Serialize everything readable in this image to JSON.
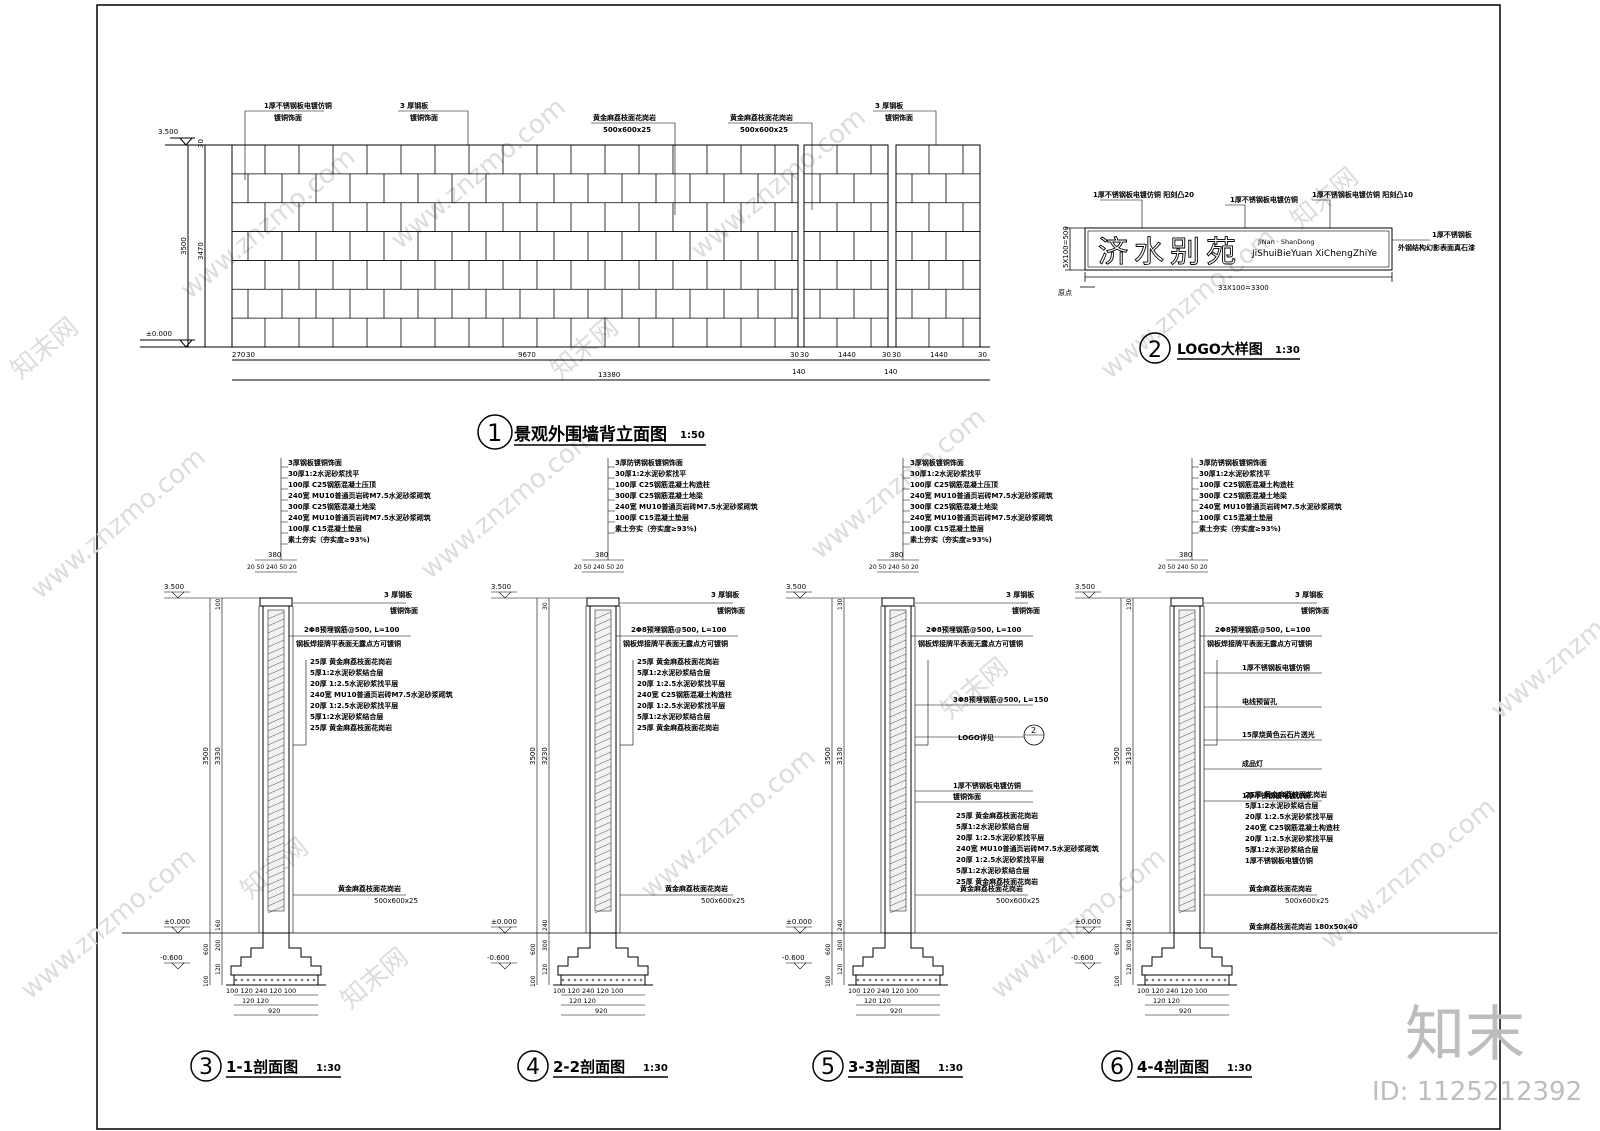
{
  "drawing1": {
    "num": "1",
    "title": "景观外围墙背立面图",
    "scale": "1:50",
    "elev_top": "3.500",
    "elev_zero": "±0.000",
    "dim_left_total": "3500",
    "dim_left_inner": "3470",
    "dim_top_cap": "30",
    "dim_bottom": [
      "270",
      "30",
      "9670",
      "30",
      "30",
      "1440",
      "30",
      "30",
      "1440",
      "30"
    ],
    "dim_gap_a": "140",
    "dim_gap_b": "140",
    "dim_total": "13380",
    "labels": [
      {
        "l1": "1厚不锈钢板电镀仿铜",
        "l2": "镀铜饰面"
      },
      {
        "l1": "3 厚钢板",
        "l2": "镀铜饰面"
      },
      {
        "l1": "黄金麻荔枝面花岗岩",
        "l2": "500x600x25"
      },
      {
        "l1": "黄金麻荔枝面花岗岩",
        "l2": "500x600x25"
      },
      {
        "l1": "3 厚钢板",
        "l2": "镀铜饰面"
      }
    ]
  },
  "drawing2": {
    "num": "2",
    "title": "LOGO大样图",
    "scale": "1:30",
    "logo_cn": "济水别苑",
    "logo_pinyin_top": "JiNan · ShanDong",
    "logo_pinyin_bottom": "JiShuiBieYuan XiChengZhiYe",
    "dim_width": "33X100=3300",
    "dim_height": "5X100=500",
    "origin": "原点",
    "label_a": "1厚不锈钢板电镀仿铜  阳刻凸20",
    "label_b": "1厚不锈钢板电镀仿铜",
    "label_c": "1厚不锈钢板电镀仿铜  阳刻凸10",
    "label_d": "1厚不锈钢板",
    "label_e": "外钢结构幻影表面真石漆"
  },
  "sections": [
    {
      "num": "3",
      "title": "1-1剖面图",
      "scale": "1:30",
      "top_notes": [
        "3厚钢板镀铜饰面",
        "30厚1:2水泥砂浆找平",
        "100厚 C25钢筋混凝土压顶",
        "240宽 MU10普通页岩砖M7.5水泥砂浆砌筑",
        "300厚 C25钢筋混凝土地梁",
        "240宽 MU10普通页岩砖M7.5水泥砂浆砌筑",
        "100厚 C15混凝土垫层",
        "素土夯实（夯实度≥93%)"
      ],
      "top_dim": "380",
      "top_sub": "20 50 240 50 20",
      "cap_l1": "3 厚钢板",
      "cap_l2": "镀铜饰面",
      "rebar_l1": "2Φ8预埋钢筋@500, L=100",
      "rebar_l2": "钢板焊接牌平表面无露点方可镀铜",
      "mid_notes": [
        "25厚 黄金麻荔枝面花岗岩",
        "5厚1:2水泥砂浆结合层",
        "20厚 1:2.5水泥砂浆找平层",
        "240宽 MU10普通页岩砖M7.5水泥砂浆砌筑",
        "20厚 1:2.5水泥砂浆找平层",
        "5厚1:2水泥砂浆结合层",
        "25厚 黄金麻荔枝面花岗岩"
      ],
      "extra_notes": [],
      "bottom_l1": "黄金麻荔枝面花岗岩",
      "bottom_l2": "500x600x25",
      "bottom_l3": "",
      "elev_top": "3.500",
      "elev_zero": "±0.000",
      "elev_neg": "-0.600",
      "dim_total": "3500",
      "dim_inner": "3330",
      "dim_cap": "100",
      "dim_base": "160",
      "dim_foot": "600",
      "dim_foot_a": "200",
      "dim_foot_b": "120",
      "dim_foot_c": "100",
      "base_row": "100  120  240  120  100",
      "base_row2": "120        120",
      "base_total": "920",
      "logo_ref": "",
      "logo_ref_num": ""
    },
    {
      "num": "4",
      "title": "2-2剖面图",
      "scale": "1:30",
      "top_notes": [
        "3厚防锈钢板镀铜饰面",
        "30厚1:2水泥砂浆找平",
        "100厚 C25钢筋混凝土构造柱",
        "300厚 C25钢筋混凝土地梁",
        "240宽 MU10普通页岩砖M7.5水泥砂浆砌筑",
        "100厚 C15混凝土垫层",
        "素土夯实（夯实度≥93%)"
      ],
      "top_dim": "380",
      "top_sub": "20 50 240 50 20",
      "cap_l1": "3 厚钢板",
      "cap_l2": "镀铜饰面",
      "rebar_l1": "2Φ8预埋钢筋@500, L=100",
      "rebar_l2": "钢板焊接牌平表面无露点方可镀铜",
      "mid_notes": [
        "25厚 黄金麻荔枝面花岗岩",
        "5厚1:2水泥砂浆结合层",
        "20厚 1:2.5水泥砂浆找平层",
        "240宽 C25钢筋混凝土构造柱",
        "20厚 1:2.5水泥砂浆找平层",
        "5厚1:2水泥砂浆结合层",
        "25厚 黄金麻荔枝面花岗岩"
      ],
      "extra_notes": [],
      "bottom_l1": "黄金麻荔枝面花岗岩",
      "bottom_l2": "500x600x25",
      "bottom_l3": "",
      "elev_top": "3.500",
      "elev_zero": "±0.000",
      "elev_neg": "-0.600",
      "dim_total": "3500",
      "dim_inner": "3230",
      "dim_cap": "30",
      "dim_base": "240",
      "dim_foot": "600",
      "dim_foot_a": "300",
      "dim_foot_b": "120",
      "dim_foot_c": "100",
      "base_row": "100  120  240  120  100",
      "base_row2": "120        120",
      "base_total": "920",
      "logo_ref": "",
      "logo_ref_num": ""
    },
    {
      "num": "5",
      "title": "3-3剖面图",
      "scale": "1:30",
      "top_notes": [
        "3厚钢板镀铜饰面",
        "30厚1:2水泥砂浆找平",
        "100厚 C25钢筋混凝土压顶",
        "240宽 MU10普通页岩砖M7.5水泥砂浆砌筑",
        "300厚 C25钢筋混凝土地梁",
        "240宽 MU10普通页岩砖M7.5水泥砂浆砌筑",
        "100厚 C15混凝土垫层",
        "素土夯实（夯实度≥93%)"
      ],
      "top_dim": "380",
      "top_sub": "20 50 240 50 20",
      "cap_l1": "3 厚钢板",
      "cap_l2": "镀铜饰面",
      "rebar_l1": "2Φ8预埋钢筋@500, L=100",
      "rebar_l2": "钢板焊接牌平表面无露点方可镀铜",
      "mid_notes": [
        "25厚 黄金麻荔枝面花岗岩",
        "5厚1:2水泥砂浆结合层",
        "20厚 1:2.5水泥砂浆找平层",
        "240宽 MU10普通页岩砖M7.5水泥砂浆砌筑",
        "20厚 1:2.5水泥砂浆找平层",
        "5厚1:2水泥砂浆结合层",
        "25厚 黄金麻荔枝面花岗岩"
      ],
      "extra_notes": [
        "3Φ8预埋钢筋@500, L=150",
        "1厚不锈钢板电镀仿铜",
        "镀铜饰面"
      ],
      "bottom_l1": "黄金麻荔枝面花岗岩",
      "bottom_l2": "500x600x25",
      "bottom_l3": "",
      "elev_top": "3.500",
      "elev_zero": "±0.000",
      "elev_neg": "-0.600",
      "dim_total": "3500",
      "dim_inner": "3130",
      "dim_cap": "130",
      "dim_base": "240",
      "dim_foot": "600",
      "dim_foot_a": "300",
      "dim_foot_b": "120",
      "dim_foot_c": "100",
      "base_row": "100  120  240  120  100",
      "base_row2": "120        120",
      "base_total": "920",
      "logo_ref": "LOGO详见",
      "logo_ref_num": "2"
    },
    {
      "num": "6",
      "title": "4-4剖面图",
      "scale": "1:30",
      "top_notes": [
        "3厚防锈钢板镀铜饰面",
        "30厚1:2水泥砂浆找平",
        "100厚 C25钢筋混凝土构造柱",
        "300厚 C25钢筋混凝土地梁",
        "240宽 MU10普通页岩砖M7.5水泥砂浆砌筑",
        "100厚 C15混凝土垫层",
        "素土夯实（夯实度≥93%)"
      ],
      "top_dim": "380",
      "top_sub": "20 50 240 50 20",
      "cap_l1": "3 厚钢板",
      "cap_l2": "镀铜饰面",
      "rebar_l1": "2Φ8预埋钢筋@500, L=100",
      "rebar_l2": "钢板焊接牌平表面无露点方可镀铜",
      "mid_notes": [
        "25厚 黄金麻荔枝面花岗岩",
        "5厚1:2水泥砂浆结合层",
        "20厚 1:2.5水泥砂浆找平层",
        "240宽 C25钢筋混凝土构造柱",
        "20厚 1:2.5水泥砂浆找平层",
        "5厚1:2水泥砂浆结合层",
        "1厚不锈钢板电镀仿铜"
      ],
      "extra_notes": [
        "1厚不锈钢板电镀仿铜",
        "电线预留孔",
        "15厚烧黄色云石片透光",
        "成品灯",
        "1厚不锈钢板电镀仿铜"
      ],
      "bottom_l1": "黄金麻荔枝面花岗岩",
      "bottom_l2": "500x600x25",
      "bottom_l3": "黄金麻荔枝面花岗岩 180x50x40",
      "elev_top": "3.500",
      "elev_zero": "±0.000",
      "elev_neg": "-0.600",
      "dim_total": "3500",
      "dim_inner": "3130",
      "dim_cap": "130",
      "dim_base": "240",
      "dim_foot": "600",
      "dim_foot_a": "300",
      "dim_foot_b": "120",
      "dim_foot_c": "100",
      "base_row": "100  120  240  120  100",
      "base_row2": "120        120",
      "base_total": "920",
      "logo_ref": "",
      "logo_ref_num": ""
    }
  ],
  "watermark": {
    "logo": "知末",
    "id": "ID: 1125212392",
    "site": "www.znzmo.com",
    "brand": "知末网"
  },
  "colors": {
    "line": "#000000",
    "watermark": "#c8c8c8"
  }
}
